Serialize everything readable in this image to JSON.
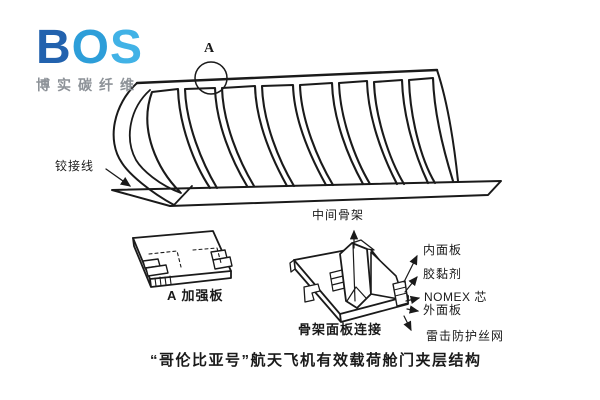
{
  "logo": {
    "letters": [
      "B",
      "O",
      "S"
    ],
    "subtitle": "博实碳纤维"
  },
  "diagram": {
    "detail_marker": "A",
    "labels": {
      "hinge_line": "铰接线",
      "middle_frame": "中间骨架",
      "inner_panel": "内面板",
      "adhesive": "胶黏剂",
      "nomex_core": "NOMEX 芯",
      "outer_panel": "外面板",
      "lightning_mesh": "雷击防护丝网",
      "reinforcement_plate": "A 加强板",
      "frame_panel_connection": "骨架面板连接"
    },
    "caption": "“哥伦比亚号”航天飞机有效载荷舱门夹层结构"
  },
  "colors": {
    "ink": "#1a1a1a",
    "brand_b": "#2262ae",
    "brand_o": "#2d9ed9",
    "brand_s": "#41b2e6",
    "logo_gray": "#8d9298",
    "paper": "#ffffff"
  }
}
